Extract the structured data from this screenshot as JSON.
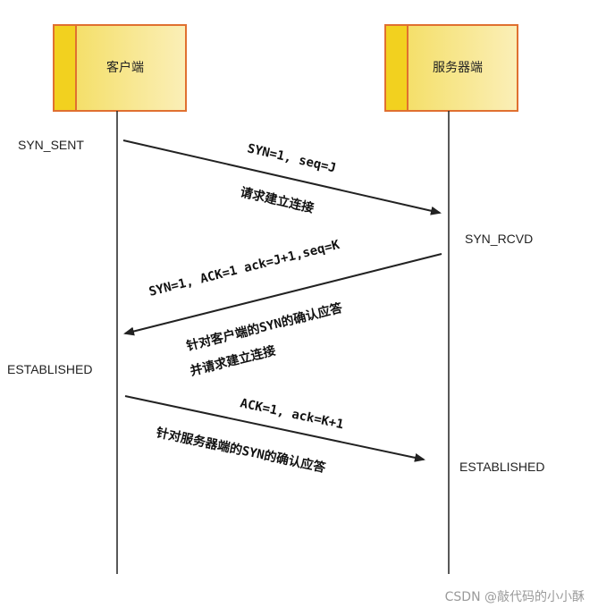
{
  "client": {
    "label": "客户端"
  },
  "server": {
    "label": "服务器端"
  },
  "states": {
    "client_syn_sent": "SYN_SENT",
    "server_syn_rcvd": "SYN_RCVD",
    "client_established": "ESTABLISHED",
    "server_established": "ESTABLISHED"
  },
  "messages": {
    "m1_top": "SYN=1, seq=J",
    "m1_bottom": "请求建立连接",
    "m2_top": "SYN=1, ACK=1  ack=J+1,seq=K",
    "m2_bottom_1": "针对客户端的SYN的确认应答",
    "m2_bottom_2": "并请求建立连接",
    "m3_top": "ACK=1, ack=K+1",
    "m3_bottom": "针对服务器端的SYN的确认应答"
  },
  "watermark": "CSDN @敲代码的小小酥",
  "colors": {
    "box_fill": "#f7e88c",
    "box_stripe": "#f2d11f",
    "box_border": "#e07030",
    "line": "#222222"
  }
}
